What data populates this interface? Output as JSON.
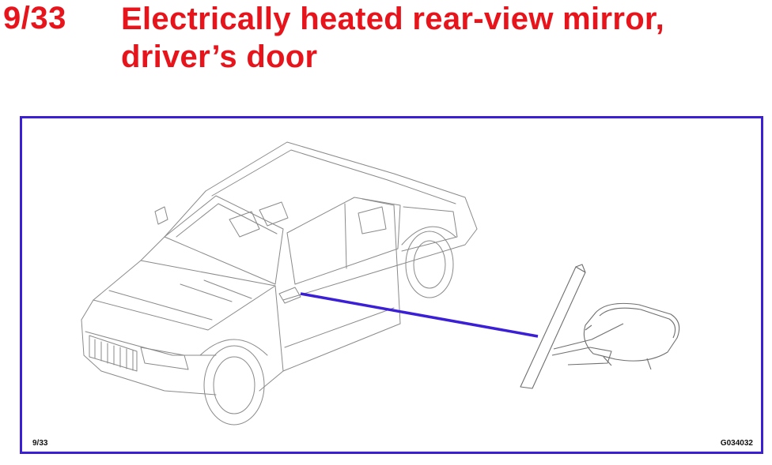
{
  "slide": {
    "number": "9/33",
    "title": "Electrically heated rear-view mirror, driver’s door"
  },
  "figure": {
    "caption_left": "9/33",
    "caption_right": "G034032",
    "callout_color": "#3a1fd6",
    "title_color": "#e8141c"
  }
}
